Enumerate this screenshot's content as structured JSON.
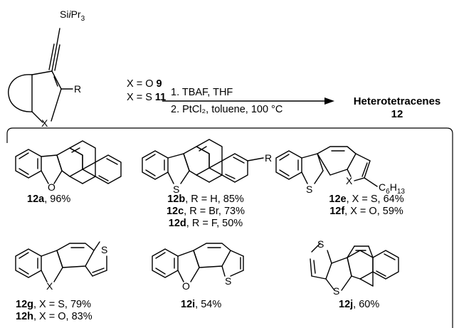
{
  "scheme": {
    "starting_material": {
      "silyl_group": "SiiPr3",
      "r_group": "R",
      "heteroatom": "X"
    },
    "conditions": {
      "x_options": [
        {
          "x": "X = O",
          "compound": "9"
        },
        {
          "x": "X = S",
          "compound": "11"
        }
      ],
      "step1": "1. TBAF, THF",
      "step2": "2. PtCl₂, toluene, 100 °C"
    },
    "product": {
      "name": "Heterotetracenes",
      "number": "12"
    }
  },
  "products": [
    {
      "id": "12a",
      "lines": [
        {
          "label": "12a",
          "text": ", 96%"
        }
      ],
      "atoms": [
        "O"
      ]
    },
    {
      "id": "12b-d",
      "lines": [
        {
          "label": "12b",
          "text": ", R = H, 85%"
        },
        {
          "label": "12c",
          "text": ", R = Br, 73%"
        },
        {
          "label": "12d",
          "text": ", R = F, 50%"
        }
      ],
      "atoms": [
        "S",
        "R"
      ]
    },
    {
      "id": "12e-f",
      "lines": [
        {
          "label": "12e",
          "text": ", X = S, 64%"
        },
        {
          "label": "12f",
          "text": ", X = O, 59%"
        }
      ],
      "atoms": [
        "S",
        "X",
        "C6H13"
      ]
    },
    {
      "id": "12g-h",
      "lines": [
        {
          "label": "12g",
          "text": ", X = S, 79%"
        },
        {
          "label": "12h",
          "text": ", X = O, 83%"
        }
      ],
      "atoms": [
        "S",
        "X"
      ]
    },
    {
      "id": "12i",
      "lines": [
        {
          "label": "12i",
          "text": ", 54%"
        }
      ],
      "atoms": [
        "O",
        "S"
      ]
    },
    {
      "id": "12j",
      "lines": [
        {
          "label": "12j",
          "text": ", 60%"
        }
      ],
      "atoms": [
        "S",
        "S"
      ]
    }
  ]
}
